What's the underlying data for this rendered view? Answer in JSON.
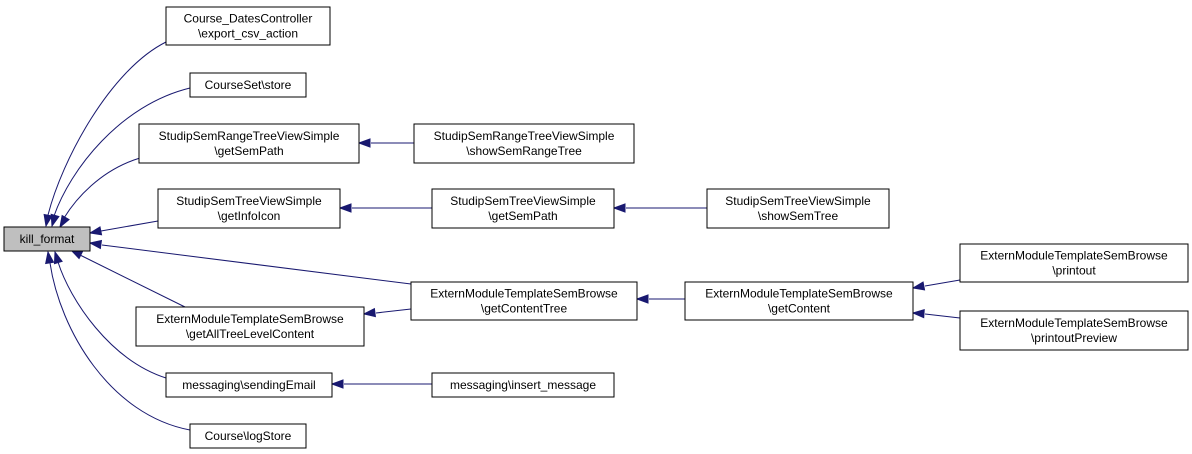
{
  "diagram": {
    "type": "call-graph",
    "colors": {
      "edge": "#191970",
      "node_border": "#000000",
      "node_fill": "#ffffff",
      "root_fill": "#bfbfbf",
      "background": "#ffffff"
    },
    "nodes": {
      "kill_format": {
        "lines": [
          "kill_format"
        ],
        "root": true
      },
      "course_dates_export": {
        "lines": [
          "Course_DatesController",
          "\\export_csv_action"
        ]
      },
      "courseset_store": {
        "lines": [
          "CourseSet\\store"
        ]
      },
      "range_getsempath": {
        "lines": [
          "StudipSemRangeTreeViewSimple",
          "\\getSemPath"
        ]
      },
      "range_showsemrangetree": {
        "lines": [
          "StudipSemRangeTreeViewSimple",
          "\\showSemRangeTree"
        ]
      },
      "tree_getinfoicon": {
        "lines": [
          "StudipSemTreeViewSimple",
          "\\getInfoIcon"
        ]
      },
      "tree_getsempath": {
        "lines": [
          "StudipSemTreeViewSimple",
          "\\getSemPath"
        ]
      },
      "tree_showsemtree": {
        "lines": [
          "StudipSemTreeViewSimple",
          "\\showSemTree"
        ]
      },
      "extern_getcontenttree": {
        "lines": [
          "ExternModuleTemplateSemBrowse",
          "\\getContentTree"
        ]
      },
      "extern_getcontent": {
        "lines": [
          "ExternModuleTemplateSemBrowse",
          "\\getContent"
        ]
      },
      "extern_printout": {
        "lines": [
          "ExternModuleTemplateSemBrowse",
          "\\printout"
        ]
      },
      "extern_printoutpreview": {
        "lines": [
          "ExternModuleTemplateSemBrowse",
          "\\printoutPreview"
        ]
      },
      "extern_getalltreelevelcontent": {
        "lines": [
          "ExternModuleTemplateSemBrowse",
          "\\getAllTreeLevelContent"
        ]
      },
      "messaging_sendingemail": {
        "lines": [
          "messaging\\sendingEmail"
        ]
      },
      "messaging_insertmessage": {
        "lines": [
          "messaging\\insert_message"
        ]
      },
      "course_logstore": {
        "lines": [
          "Course\\logStore"
        ]
      }
    },
    "edges": [
      {
        "from": "course_dates_export",
        "to": "kill_format"
      },
      {
        "from": "courseset_store",
        "to": "kill_format"
      },
      {
        "from": "range_getsempath",
        "to": "kill_format"
      },
      {
        "from": "tree_getinfoicon",
        "to": "kill_format"
      },
      {
        "from": "extern_getcontenttree",
        "to": "kill_format"
      },
      {
        "from": "extern_getalltreelevelcontent",
        "to": "kill_format"
      },
      {
        "from": "messaging_sendingemail",
        "to": "kill_format"
      },
      {
        "from": "course_logstore",
        "to": "kill_format"
      },
      {
        "from": "range_showsemrangetree",
        "to": "range_getsempath"
      },
      {
        "from": "tree_getsempath",
        "to": "tree_getinfoicon"
      },
      {
        "from": "tree_showsemtree",
        "to": "tree_getsempath"
      },
      {
        "from": "extern_getcontenttree",
        "to": "extern_getalltreelevelcontent"
      },
      {
        "from": "extern_getcontent",
        "to": "extern_getcontenttree"
      },
      {
        "from": "extern_printout",
        "to": "extern_getcontent"
      },
      {
        "from": "extern_printoutpreview",
        "to": "extern_getcontent"
      },
      {
        "from": "messaging_insertmessage",
        "to": "messaging_sendingemail"
      }
    ]
  }
}
